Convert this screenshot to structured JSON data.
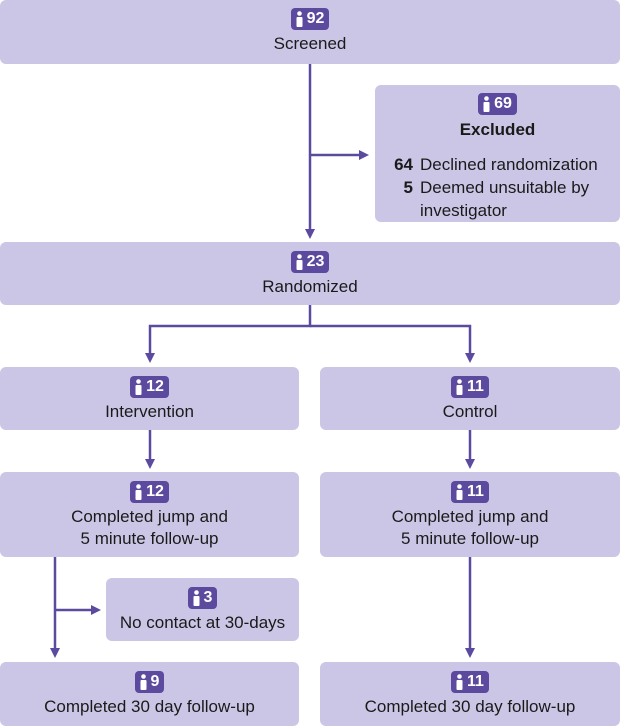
{
  "screened": {
    "count": "92",
    "label": "Screened"
  },
  "excluded": {
    "count": "69",
    "title": "Excluded",
    "reasons": [
      {
        "count": "64",
        "text": "Declined randomization"
      },
      {
        "count": "5",
        "text": "Deemed unsuitable by"
      },
      {
        "count": "",
        "text": "investigator"
      }
    ]
  },
  "randomized": {
    "count": "23",
    "label": "Randomized"
  },
  "intervention": {
    "allocated": {
      "count": "12",
      "label": "Intervention"
    },
    "completed_jump": {
      "count": "12",
      "label_line1": "Completed jump and",
      "label_line2": "5 minute follow-up"
    },
    "no_contact": {
      "count": "3",
      "label": "No contact at 30-days"
    },
    "completed_30": {
      "count": "9",
      "label": "Completed 30 day follow-up"
    }
  },
  "control": {
    "allocated": {
      "count": "11",
      "label": "Control"
    },
    "completed_jump": {
      "count": "11",
      "label_line1": "Completed jump and",
      "label_line2": "5 minute follow-up"
    },
    "completed_30": {
      "count": "11",
      "label": "Completed 30 day follow-up"
    }
  },
  "colors": {
    "box_fill": "#ccc6e6",
    "badge_fill": "#5c4a9f",
    "arrow": "#5c4a9f"
  },
  "icons": {
    "badge_icon": "person-icon"
  }
}
